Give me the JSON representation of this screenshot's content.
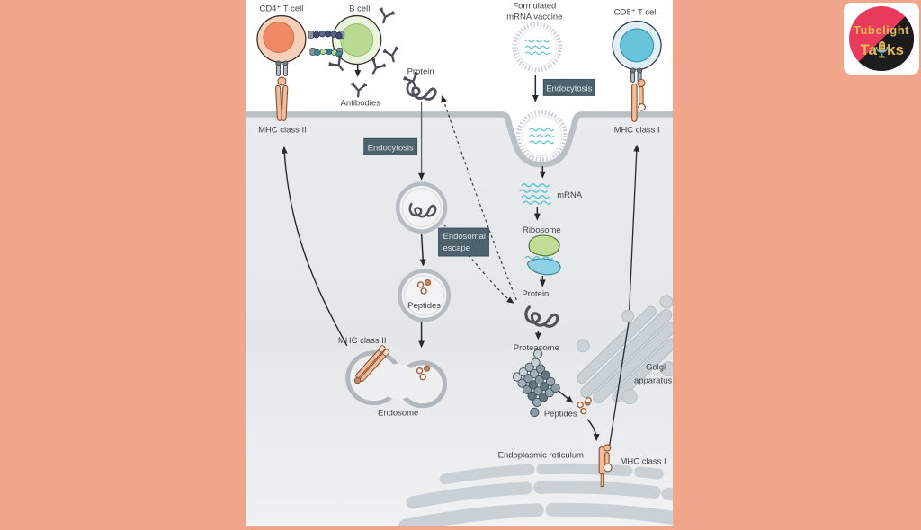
{
  "palette": {
    "background": "#f1a58a",
    "panel": "#ffffff",
    "cytoplasm": "#e7eaec",
    "membrane": "#b9c0c6",
    "badge": "#4c636e",
    "badge_text": "#d8e0e3",
    "arrow": "#26292d",
    "mrna_teal": "#4fc3cd",
    "cd4_nucleus": "#ef8a64",
    "b_nucleus": "#b9da92",
    "cd8_nucleus": "#67c4da",
    "mhc_orange": "#f2bd98",
    "logo_pink": "#e93a5b",
    "logo_black": "#1c1c1c",
    "logo_gold": "#e5bb4d"
  },
  "labels": {
    "cd4_cell": "CD4⁺ T cell",
    "b_cell": "B cell",
    "antibodies": "Antibodies",
    "vaccine_1": "Formulated",
    "vaccine_2": "mRNA vaccine",
    "cd8_cell": "CD8⁺ T cell",
    "mhc2_membrane": "MHC class II",
    "mhc1_membrane": "MHC class I",
    "protein_extracellular": "Protein",
    "mrna": "mRNA",
    "ribosome": "Ribosome",
    "protein_cytosol": "Protein",
    "proteasome": "Proteasome",
    "peptides_vesicle": "Peptides",
    "peptides_cytosol": "Peptides",
    "golgi_1": "Golgi",
    "golgi_2": "apparatus",
    "er": "Endoplasmic reticulum",
    "mhc1_er": "MHC class I",
    "endosome": "Endosome",
    "mhc2_endosome": "MHC class II"
  },
  "badges": {
    "endocytosis_vaccine": "Endocytosis",
    "endocytosis_protein": "Endocytosis",
    "endosomal_escape_1": "Endosomal",
    "endosomal_escape_2": "escape"
  },
  "logo": {
    "line1": "Tubelight",
    "line2_left": "Ta",
    "line2_right": "ks"
  }
}
